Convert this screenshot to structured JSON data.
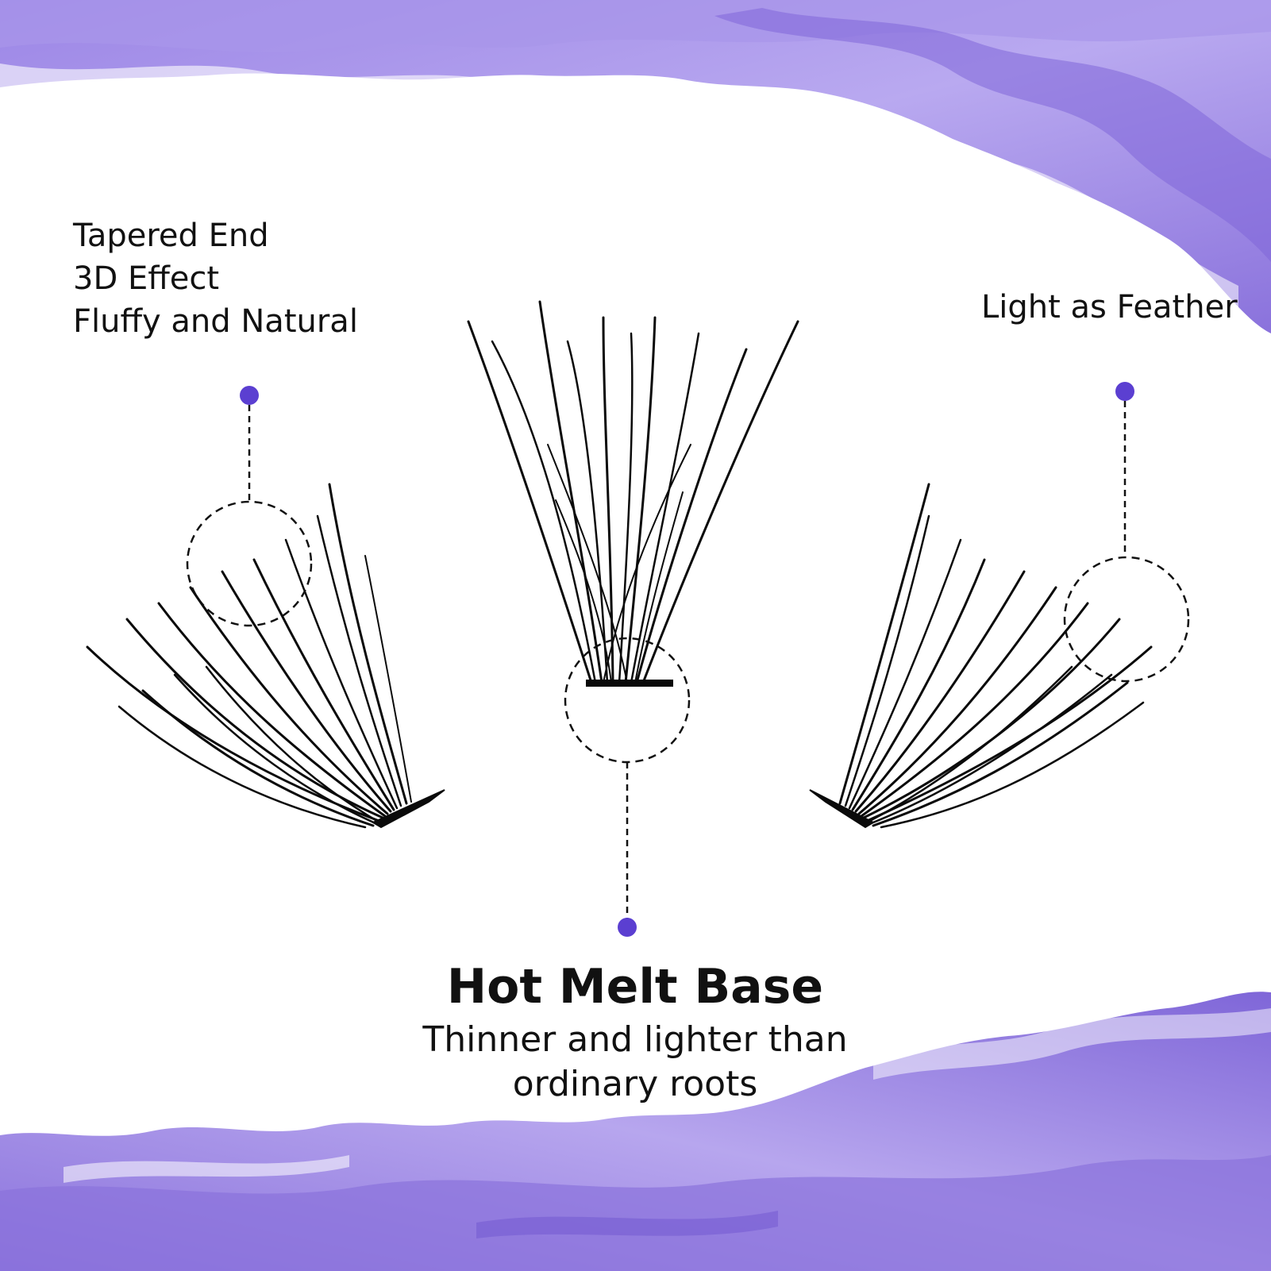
{
  "colors": {
    "accent": "#5b3fd1",
    "paint_light": "#b7a6ee",
    "paint_mid": "#8f78e0",
    "paint_dark": "#6d52cf",
    "lash": "#0a0a0a",
    "text": "#111111"
  },
  "callouts": {
    "left": [
      "Tapered End",
      "3D Effect",
      "Fluffy and Natural"
    ],
    "right": "Light as Feather",
    "bottom_title": "Hot Melt Base",
    "bottom_sub": [
      "Thinner and lighter than",
      "ordinary roots"
    ]
  }
}
